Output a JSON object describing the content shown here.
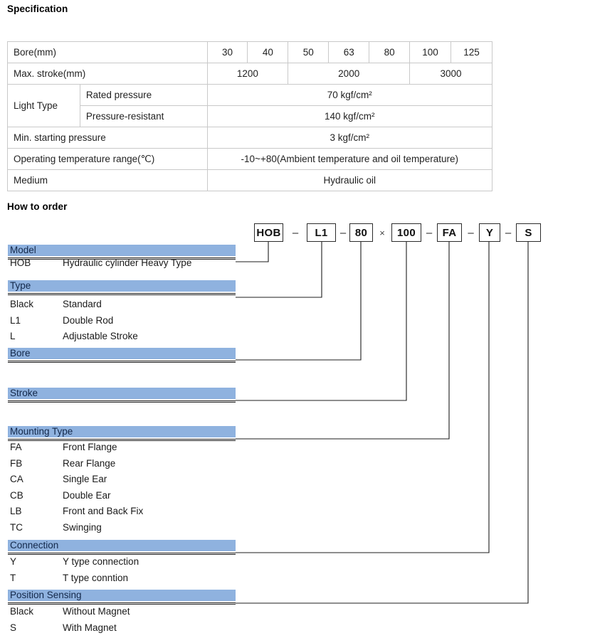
{
  "spec": {
    "heading": "Specification",
    "rows": {
      "bore_label": "Bore(mm)",
      "bore_values": [
        "30",
        "40",
        "50",
        "63",
        "80",
        "100",
        "125"
      ],
      "stroke_label": "Max. stroke(mm)",
      "stroke_values": [
        "1200",
        "2000",
        "3000"
      ],
      "light_type_label": "Light Type",
      "rated_pressure_label": "Rated pressure",
      "rated_pressure_value": "70 kgf/cm²",
      "pressure_resistant_label": "Pressure-resistant",
      "pressure_resistant_value": "140 kgf/cm²",
      "min_start_label": "Min. starting pressure",
      "min_start_value": "3 kgf/cm²",
      "temp_label": "Operating temperature range(℃)",
      "temp_value": "-10~+80(Ambient temperature and oil temperature)",
      "medium_label": "Medium",
      "medium_value": "Hydraulic oil"
    }
  },
  "order": {
    "heading": "How to order",
    "code_boxes": [
      {
        "value": "HOB"
      },
      {
        "value": "L1"
      },
      {
        "value": "80"
      },
      {
        "value": "100"
      },
      {
        "value": "FA"
      },
      {
        "value": "Y"
      },
      {
        "value": "S"
      }
    ],
    "separators": [
      "–",
      "–",
      "×",
      "–",
      "–",
      "–"
    ],
    "groups": [
      {
        "title": "Model",
        "items": [
          {
            "code": "HOB",
            "desc": "Hydraulic cylinder Heavy Type"
          }
        ]
      },
      {
        "title": "Type",
        "items": [
          {
            "code": "Black",
            "desc": "Standard"
          },
          {
            "code": "L1",
            "desc": "Double Rod"
          },
          {
            "code": "L",
            "desc": "Adjustable Stroke"
          }
        ]
      },
      {
        "title": "Bore",
        "items": []
      },
      {
        "title": "Stroke",
        "items": []
      },
      {
        "title": "Mounting Type",
        "items": [
          {
            "code": "FA",
            "desc": "Front Flange"
          },
          {
            "code": "FB",
            "desc": "Rear Flange"
          },
          {
            "code": "CA",
            "desc": "Single Ear"
          },
          {
            "code": "CB",
            "desc": "Double Ear"
          },
          {
            "code": "LB",
            "desc": "Front and Back Fix"
          },
          {
            "code": "TC",
            "desc": "Swinging"
          }
        ]
      },
      {
        "title": "Connection",
        "items": [
          {
            "code": "Y",
            "desc": "Y type connection"
          },
          {
            "code": "T",
            "desc": "T type conntion"
          }
        ]
      },
      {
        "title": "Position Sensing",
        "items": [
          {
            "code": "Black",
            "desc": "Without Magnet"
          },
          {
            "code": "S",
            "desc": "With Magnet"
          }
        ]
      }
    ]
  },
  "colors": {
    "header_blue": "#8fb2df",
    "table_border": "#c9c9c9",
    "line": "#1c1c1c",
    "text": "#1a1a1a"
  }
}
